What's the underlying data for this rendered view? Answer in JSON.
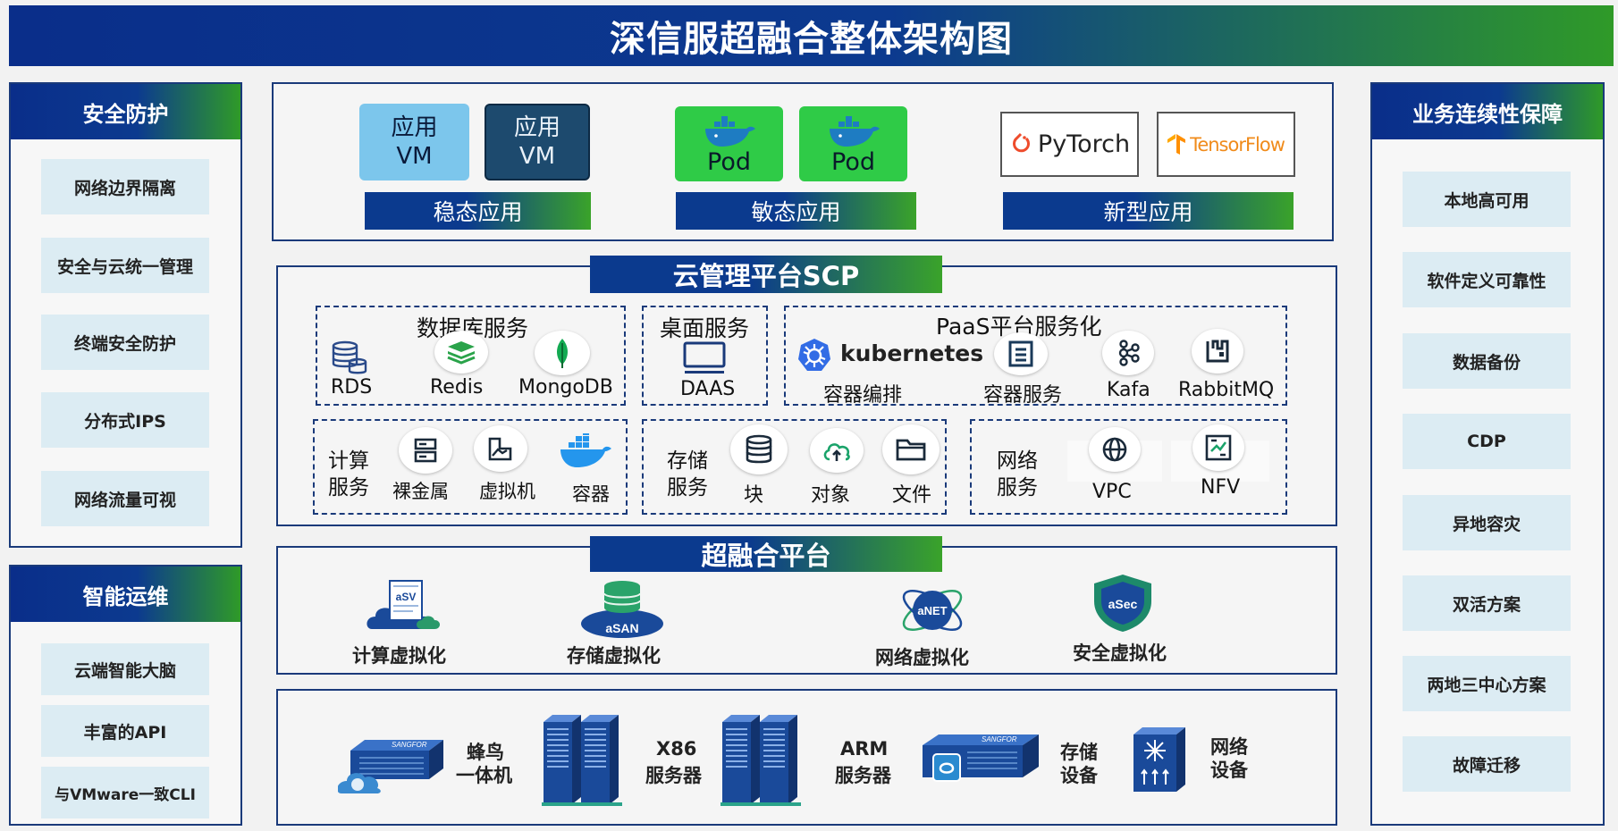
{
  "title": "深信服超融合整体架构图",
  "security": {
    "title": "安全防护",
    "items": [
      "网络边界隔离",
      "安全与云统一管理",
      "终端安全防护",
      "分布式IPS",
      "网络流量可视"
    ]
  },
  "ops": {
    "title": "智能运维",
    "items": [
      "云端智能大脑",
      "丰富的API",
      "与VMware一致CLI"
    ]
  },
  "continuity": {
    "title": "业务连续性保障",
    "items": [
      "本地高可用",
      "软件定义可靠性",
      "数据备份",
      "CDP",
      "异地容灾",
      "双活方案",
      "两地三中心方案",
      "故障迁移"
    ]
  },
  "apps": {
    "vm1": {
      "line1": "应用",
      "line2": "VM"
    },
    "vm2": {
      "line1": "应用",
      "line2": "VM"
    },
    "pod1": "Pod",
    "pod2": "Pod",
    "pytorch": "PyTorch",
    "tensorflow": "TensorFlow",
    "stable": "稳态应用",
    "agile": "敏态应用",
    "new": "新型应用"
  },
  "scp": {
    "title": "云管理平台SCP",
    "db": {
      "title": "数据库服务",
      "items": [
        "RDS",
        "Redis",
        "MongoDB"
      ]
    },
    "desktop": {
      "title": "桌面服务",
      "item": "DAAS"
    },
    "paas": {
      "title": "PaaS平台服务化",
      "kubernetes": "kubernetes",
      "items": [
        "容器编排",
        "容器服务",
        "Kafa",
        "RabbitMQ"
      ]
    },
    "compute": {
      "title1": "计算",
      "title2": "服务",
      "items": [
        "裸金属",
        "虚拟机",
        "容器"
      ]
    },
    "storage": {
      "title1": "存储",
      "title2": "服务",
      "items": [
        "块",
        "对象",
        "文件"
      ]
    },
    "network": {
      "title1": "网络",
      "title2": "服务",
      "items": [
        "VPC",
        "NFV"
      ]
    }
  },
  "hci": {
    "title": "超融合平台",
    "items": [
      "计算虚拟化",
      "存储虚拟化",
      "网络虚拟化",
      "安全虚拟化"
    ],
    "icons": [
      "aSV",
      "aSAN",
      "aNET",
      "aSec"
    ]
  },
  "hardware": {
    "items": [
      {
        "line1": "蜂鸟",
        "line2": "一体机"
      },
      {
        "line1": "X86",
        "line2": "服务器"
      },
      {
        "line1": "ARM",
        "line2": "服务器"
      },
      {
        "line1": "存储",
        "line2": "设备"
      },
      {
        "line1": "网络",
        "line2": "设备"
      }
    ],
    "brand": "SANGFOR"
  },
  "colors": {
    "navy": "#0a2e8a",
    "green": "#3aa32a",
    "border": "#1a3a7a",
    "pod": "#2fcb47"
  }
}
